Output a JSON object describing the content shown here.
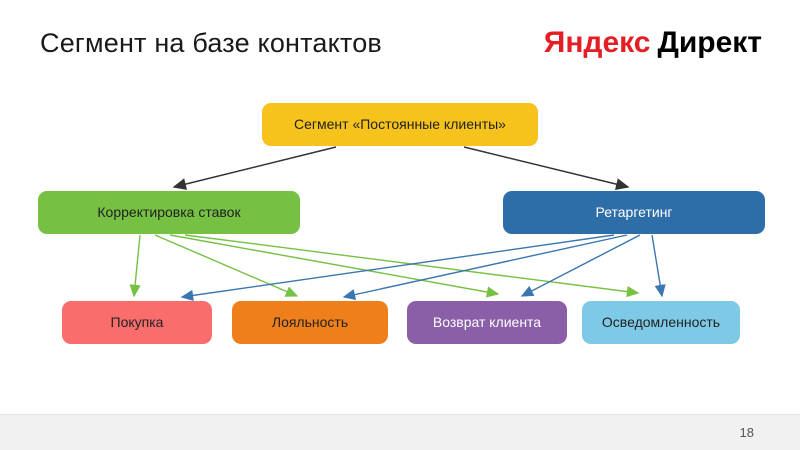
{
  "slide": {
    "title": "Сегмент на базе контактов",
    "page_number": "18"
  },
  "logo": {
    "part1": "Яндекс",
    "part2": "Директ",
    "part1_color": "#e31e24",
    "part2_color": "#000000"
  },
  "diagram": {
    "root": {
      "label": "Сегмент «Постоянные клиенты»",
      "color": "#f6c31c",
      "text_color": "#222222"
    },
    "level2": [
      {
        "label": "Корректировка ставок",
        "color": "#76c043",
        "text_color": "#222222"
      },
      {
        "label": "Ретаргетинг",
        "color": "#2d6da8",
        "text_color": "#ffffff"
      }
    ],
    "level3": [
      {
        "label": "Покупка",
        "color": "#f96d6d",
        "text_color": "#222222"
      },
      {
        "label": "Лояльность",
        "color": "#ef7f1a",
        "text_color": "#222222"
      },
      {
        "label": "Возврат клиента",
        "color": "#8a5fa8",
        "text_color": "#ffffff"
      },
      {
        "label": "Осведомленность",
        "color": "#7ec9e6",
        "text_color": "#222222"
      }
    ],
    "arrow_colors": {
      "root_links": "#333333",
      "bid_links": "#76c043",
      "retargeting_links": "#3a76b0"
    },
    "edges": [
      {
        "from": "Сегмент «Постоянные клиенты»",
        "to": "Корректировка ставок"
      },
      {
        "from": "Сегмент «Постоянные клиенты»",
        "to": "Ретаргетинг"
      },
      {
        "from": "Корректировка ставок",
        "to": "Покупка"
      },
      {
        "from": "Корректировка ставок",
        "to": "Лояльность"
      },
      {
        "from": "Корректировка ставок",
        "to": "Возврат клиента"
      },
      {
        "from": "Корректировка ставок",
        "to": "Осведомленность"
      },
      {
        "from": "Ретаргетинг",
        "to": "Покупка"
      },
      {
        "from": "Ретаргетинг",
        "to": "Лояльность"
      },
      {
        "from": "Ретаргетинг",
        "to": "Возврат клиента"
      },
      {
        "from": "Ретаргетинг",
        "to": "Осведомленность"
      }
    ]
  }
}
